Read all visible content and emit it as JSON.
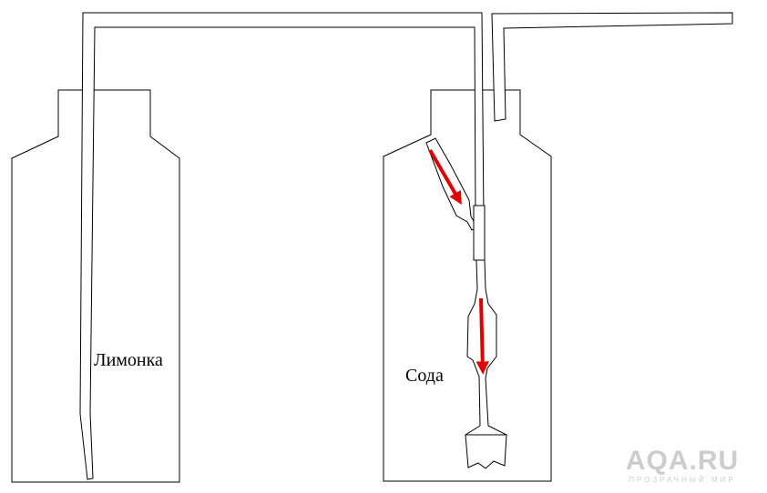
{
  "labels": {
    "left_bottle": "Лимонка",
    "right_bottle": "Сода"
  },
  "watermark": {
    "title": "AQA.RU",
    "subtitle": "ПРОЗРАЧНЫЙ МИР"
  },
  "colors": {
    "line": "#000000",
    "arrow": "#e00000",
    "background": "#ffffff",
    "watermark": "#c8c8c8"
  },
  "icons": {
    "flow_arrow": "red-down-arrow-icon"
  }
}
